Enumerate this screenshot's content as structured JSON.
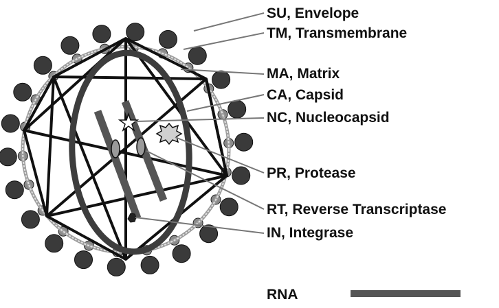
{
  "labels": {
    "su": "SU, Envelope",
    "tm": "TM, Transmembrane",
    "ma": "MA, Matrix",
    "ca": "CA, Capsid",
    "nc": "NC, Nucleocapsid",
    "pr": "PR, Protease",
    "rt": "RT, Reverse Transcriptase",
    "in": "IN, Integrase",
    "rna": "RNA"
  },
  "colors": {
    "ink": "#111111",
    "spike_head": "#3a3a3a",
    "spike_stem": "#8a8a8a",
    "membrane": "#b0b0b0",
    "capsid": "#3d3d3d",
    "rna": "#555555",
    "rt_blob": "#9a9a9a",
    "protease": "#c8c8c8"
  }
}
